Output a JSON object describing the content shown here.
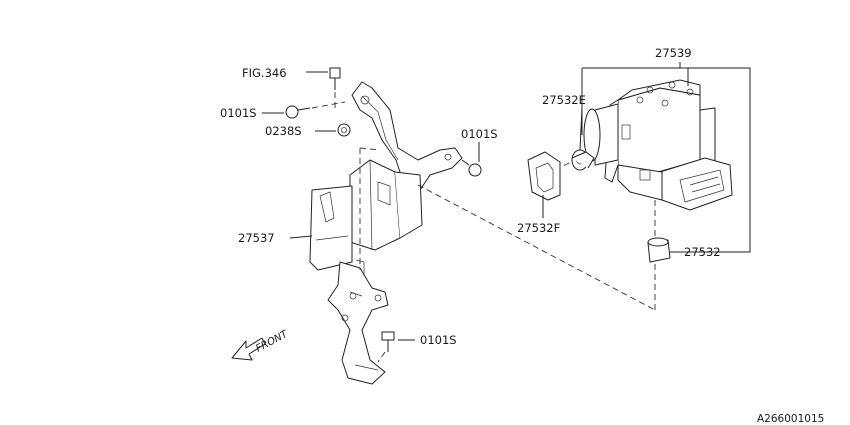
{
  "labels": {
    "fig346": "FIG.346",
    "bolt_0101s_top": "0101S",
    "nut_0238s": "0238S",
    "bolt_0101s_mid": "0101S",
    "bracket_27537": "27537",
    "bolt_0101s_bottom": "0101S",
    "unit_27539": "27539",
    "grommet_27532e": "27532E",
    "bracket_27532f": "27532F",
    "mount_27532": "27532",
    "front": "FRONT"
  },
  "footer": {
    "code": "A266001015"
  }
}
